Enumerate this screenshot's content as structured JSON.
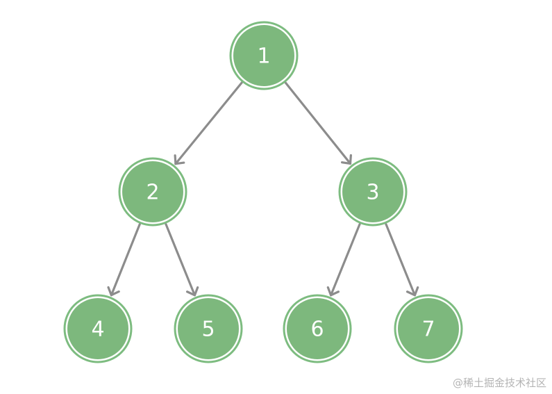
{
  "nodes": [
    {
      "id": "1",
      "label": "1"
    },
    {
      "id": "2",
      "label": "2"
    },
    {
      "id": "3",
      "label": "3"
    },
    {
      "id": "4",
      "label": "4"
    },
    {
      "id": "5",
      "label": "5"
    },
    {
      "id": "6",
      "label": "6"
    },
    {
      "id": "7",
      "label": "7"
    }
  ],
  "edges": [
    {
      "from": "1",
      "to": "2"
    },
    {
      "from": "1",
      "to": "3"
    },
    {
      "from": "2",
      "to": "4"
    },
    {
      "from": "2",
      "to": "5"
    },
    {
      "from": "3",
      "to": "6"
    },
    {
      "from": "3",
      "to": "7"
    }
  ],
  "watermark": "@稀土掘金技术社区",
  "colors": {
    "node_fill": "#7db87d",
    "node_ring": "#7dbc80",
    "edge": "#8c8c8c",
    "label": "#ffffff"
  }
}
